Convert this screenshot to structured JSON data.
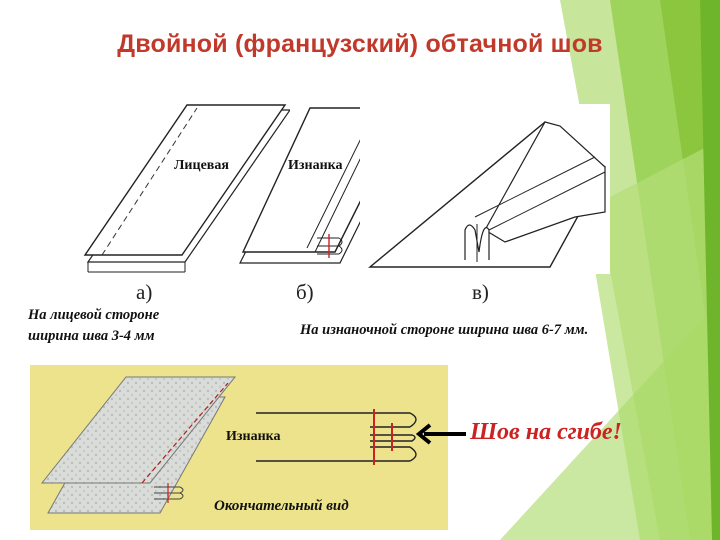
{
  "title": "Двойной (французский) обтачной шов",
  "figures": {
    "a": {
      "label": "а)",
      "face_text": "Лицевая"
    },
    "b": {
      "label": "б)",
      "face_text": "Изнанка"
    },
    "c": {
      "label": "в)"
    }
  },
  "captions": {
    "left_line1": "На  лицевой стороне",
    "left_line2": "ширина шва 3-4 мм",
    "right": "На изнаночной  стороне  ширина шва 6-7 мм."
  },
  "bottom_panel": {
    "seam_label": "Изнанка",
    "final_label": "Окончательный вид",
    "arrow_label": "Шов на сгибе!"
  },
  "colors": {
    "title": "#c0392b",
    "panel_bg": "#ede38c",
    "seam_red": "#cc2222",
    "accent_green": "#8cc63f"
  }
}
